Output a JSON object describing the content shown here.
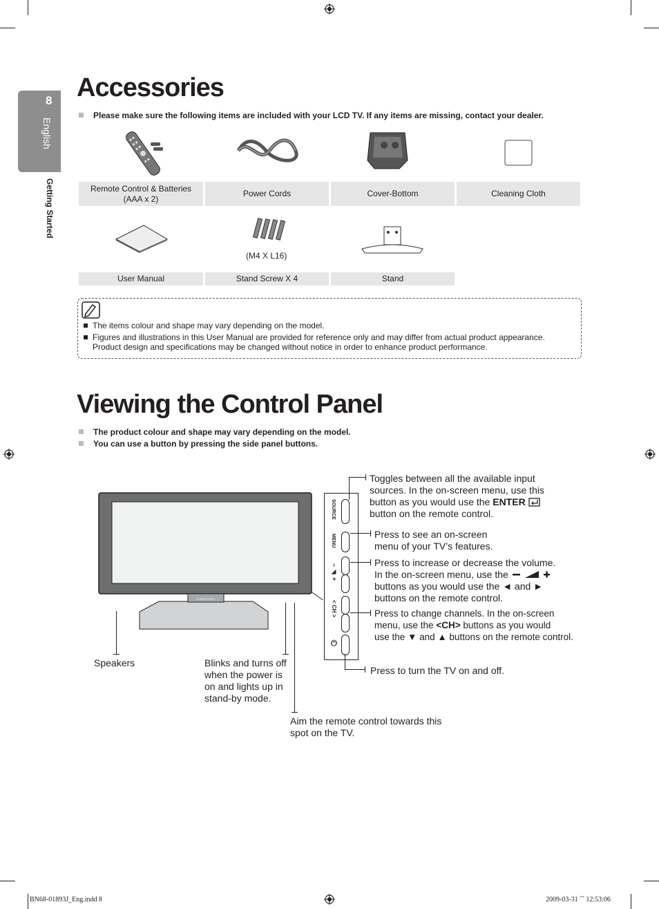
{
  "side_tab": {
    "page_number": "8",
    "language": "English",
    "section": "Getting Started"
  },
  "accessories": {
    "title": "Accessories",
    "intro": "Please make sure the following items are included with your LCD TV. If any items are missing, contact your dealer.",
    "items_row1": [
      "Remote Control & Batteries\n(AAA x 2)",
      "Power Cords",
      "Cover-Bottom",
      "Cleaning Cloth"
    ],
    "items_row2": [
      "User Manual",
      "Stand Screw X 4",
      "Stand"
    ],
    "screw_spec": "(M4 X L16)",
    "notes": [
      "The items colour and shape may vary depending on the model.",
      "Figures and illustrations in this User Manual are provided for reference only and may differ from actual product appearance.",
      "Product design and specifications may be changed without notice in order to enhance product performance."
    ]
  },
  "control_panel": {
    "title": "Viewing the Control Panel",
    "notes": [
      "The product colour and shape may vary depending on the model.",
      "You can use a button by pressing the side panel buttons."
    ],
    "panel_labels": {
      "source": "SOURCE",
      "menu": "MENU",
      "vol": "– ◢ +",
      "ch": "< CH >",
      "power": "⏻"
    },
    "tv_brand": "SAMSUNG",
    "callouts": {
      "source": [
        "Toggles between all the available input",
        "sources. In the on-screen menu, use this",
        "button as you would use the",
        "ENTER",
        "button on the remote control."
      ],
      "menu": [
        "Press to see an on-screen",
        "menu of your TV’s features."
      ],
      "volume": [
        "Press to increase or decrease the volume.",
        "In the on-screen menu, use the",
        "buttons as you would use the ◄ and ►",
        "buttons on the remote control."
      ],
      "channel": [
        "Press to change channels. In the on-screen",
        "menu, use the",
        "CH",
        "buttons as you would",
        "use the ▼ and ▲ buttons on the remote control."
      ],
      "power": "Press to turn the TV on and off.",
      "speakers": "Speakers",
      "power_led": [
        "Blinks and turns off",
        "when the power is",
        "on and lights up in",
        "stand-by mode."
      ],
      "remote_sensor": [
        "Aim the remote control towards this",
        "spot on the TV."
      ]
    }
  },
  "footer": {
    "file": "BN68-01893J_Eng.indd   8",
    "date": "2009-03-31   ˆˆ 12:53:06"
  }
}
